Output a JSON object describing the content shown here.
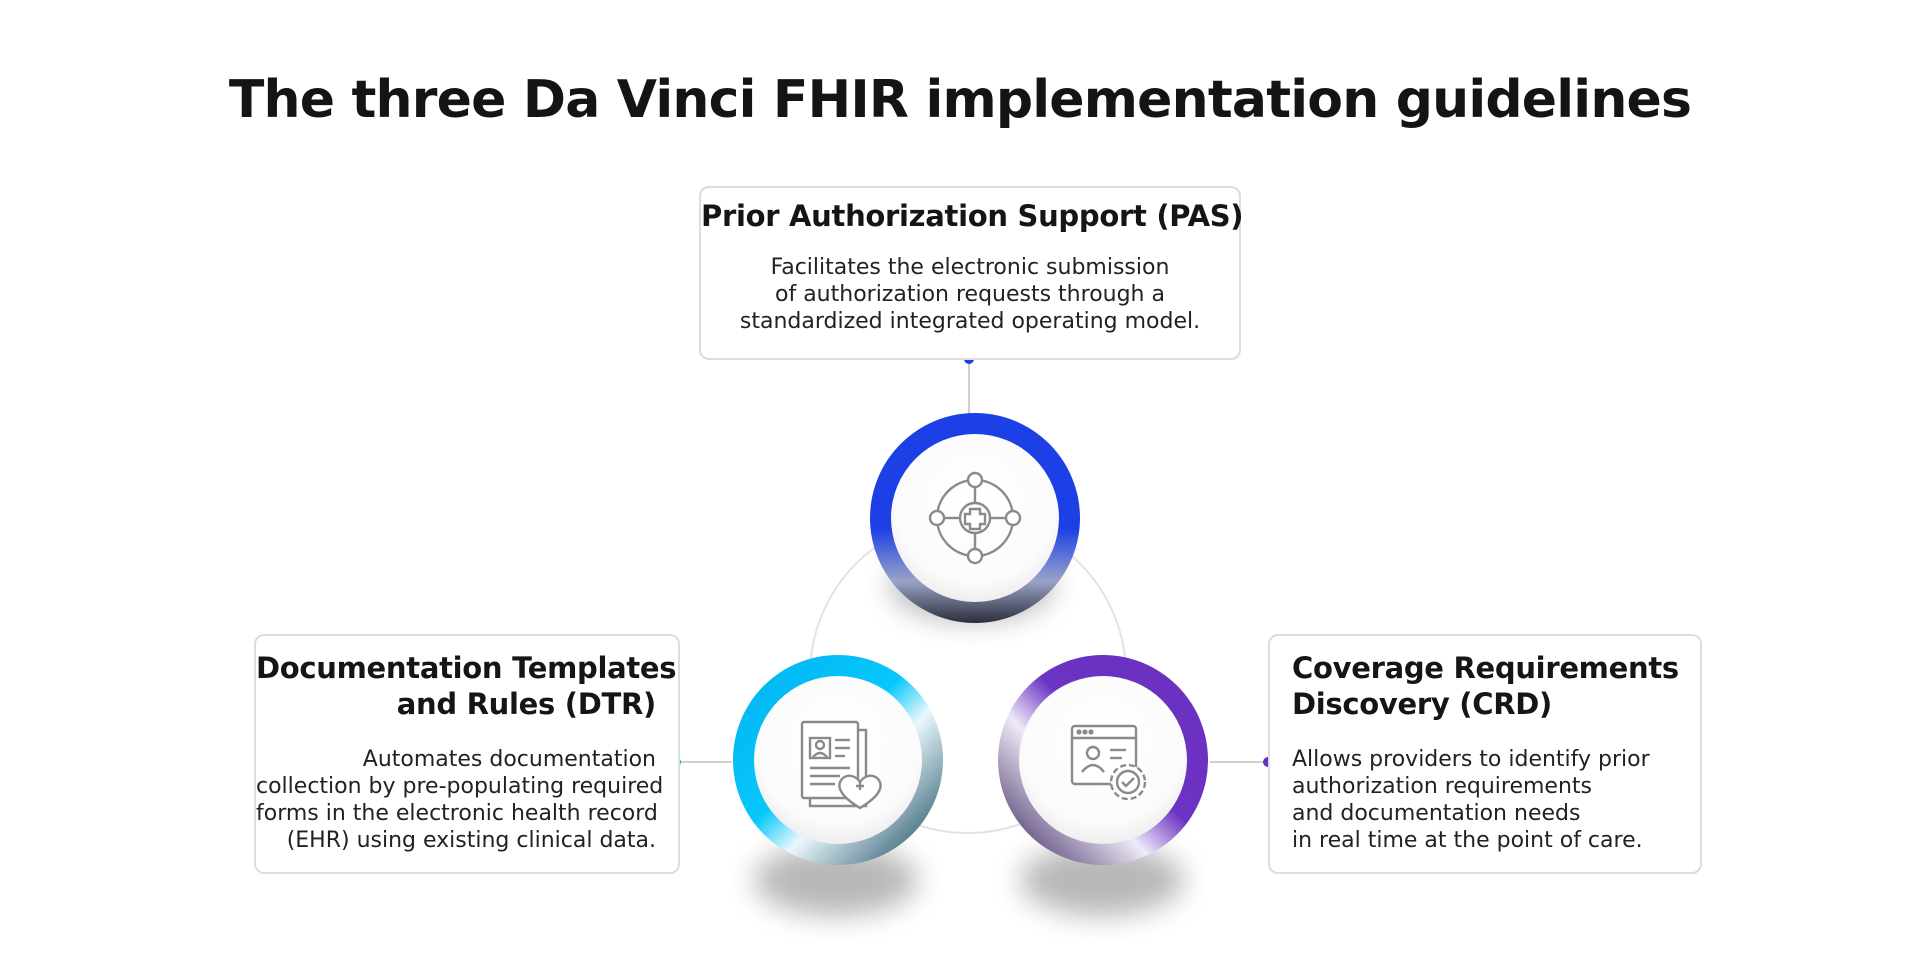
{
  "title": "The three Da Vinci FHIR implementation guidelines",
  "colors": {
    "pas": "#1d3fe6",
    "dtr": "#00b2f0",
    "crd": "#6a2fc0",
    "connector": "#cfcfcf",
    "icon": "#8a8a8a"
  },
  "nodes": [
    {
      "id": "pas",
      "heading_lines": [
        "Prior Authorization Support (PAS)"
      ],
      "description_lines": [
        "Facilitates the electronic submission",
        "of authorization requests through a",
        "standardized integrated operating model."
      ],
      "icon": "medical-network-icon"
    },
    {
      "id": "dtr",
      "heading_lines": [
        "Documentation Templates",
        "and Rules (DTR)"
      ],
      "description_lines": [
        "Automates documentation",
        "collection by pre-populating required",
        "forms in the electronic health record",
        "(EHR) using existing clinical data."
      ],
      "icon": "health-record-icon"
    },
    {
      "id": "crd",
      "heading_lines": [
        "Coverage Requirements",
        "Discovery (CRD)"
      ],
      "description_lines": [
        "Allows providers to identify prior",
        "authorization requirements",
        "and documentation needs",
        "in real time at the point of care."
      ],
      "icon": "user-settings-window-icon"
    }
  ]
}
